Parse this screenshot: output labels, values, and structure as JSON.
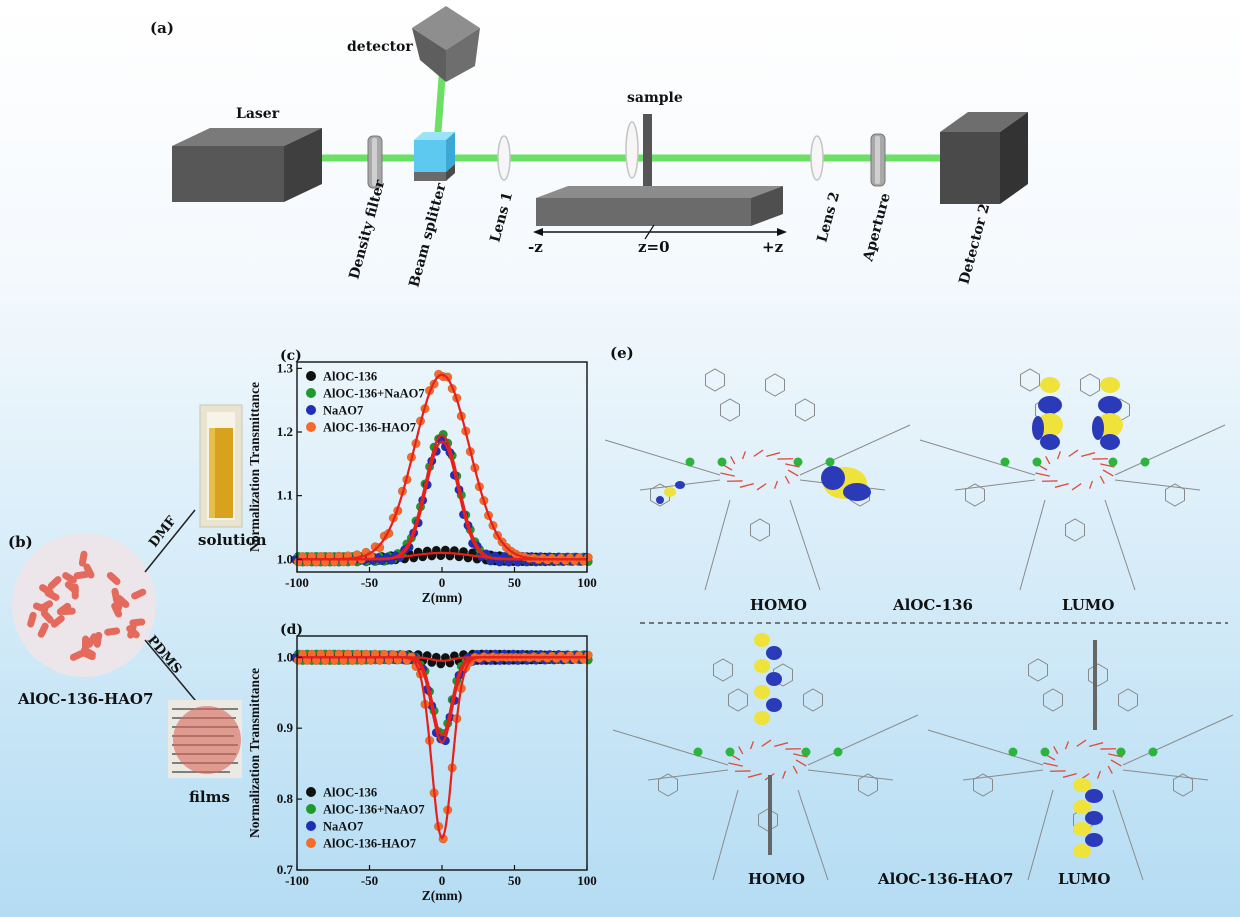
{
  "panel_a": {
    "label": "(a)",
    "components": {
      "laser": "Laser",
      "detector": "detector",
      "density_filter": "Density filter",
      "beam_splitter": "Beam splitter",
      "lens1": "Lens 1",
      "sample": "sample",
      "lens2": "Lens 2",
      "aperture": "Aperture",
      "detector2": "Detector 2"
    },
    "stage": {
      "minus_z": "-z",
      "zero": "z=0",
      "plus_z": "+z"
    }
  },
  "panel_b": {
    "label": "(b)",
    "compound": "AlOC-136-HAO7",
    "solvent_upper": "DMF",
    "solvent_lower": "PDMS",
    "solution_label": "solution",
    "films_label": "films"
  },
  "panel_e": {
    "label": "(e)",
    "top_center": "AlOC-136",
    "bottom_center": "AlOC-136-HAO7",
    "homo": "HOMO",
    "lumo": "LUMO"
  },
  "chart_data": [
    {
      "type": "scatter",
      "panel": "(c)",
      "xlabel": "Z(mm)",
      "ylabel": "Normalization Transmittance",
      "xlim": [
        -100,
        100
      ],
      "ylim": [
        0.98,
        1.31
      ],
      "xticks": [
        -100,
        -50,
        0,
        50,
        100
      ],
      "yticks": [
        1.0,
        1.1,
        1.2,
        1.3
      ],
      "legend": "top-left",
      "fit_color": "#e8201c",
      "series": [
        {
          "name": "AlOC-136",
          "color": "#111111",
          "peak": 0.01,
          "width": 20
        },
        {
          "name": "AlOC-136+NaAO7",
          "color": "#1d9a2c",
          "peak": 0.195,
          "width": 11.5
        },
        {
          "name": "NaAO7",
          "color": "#1f2fb8",
          "peak": 0.185,
          "width": 11
        },
        {
          "name": "AlOC-136-HAO7",
          "color": "#f46b2a",
          "peak": 0.29,
          "width": 19
        }
      ]
    },
    {
      "type": "scatter",
      "panel": "(d)",
      "xlabel": "Z(mm)",
      "ylabel": "Normalization Transmittance",
      "xlim": [
        -100,
        100
      ],
      "ylim": [
        0.7,
        1.03
      ],
      "xticks": [
        -100,
        -50,
        0,
        50,
        100
      ],
      "yticks": [
        0.7,
        0.8,
        0.9,
        1.0
      ],
      "legend": "bottom-left",
      "fit_color": "#e8201c",
      "series": [
        {
          "name": "AlOC-136",
          "color": "#111111",
          "peak": -0.005,
          "width": 7
        },
        {
          "name": "AlOC-136+NaAO7",
          "color": "#1d9a2c",
          "peak": -0.11,
          "width": 6.5
        },
        {
          "name": "NaAO7",
          "color": "#1f2fb8",
          "peak": -0.12,
          "width": 7
        },
        {
          "name": "AlOC-136-HAO7",
          "color": "#f46b2a",
          "peak": -0.255,
          "width": 7
        }
      ]
    }
  ]
}
